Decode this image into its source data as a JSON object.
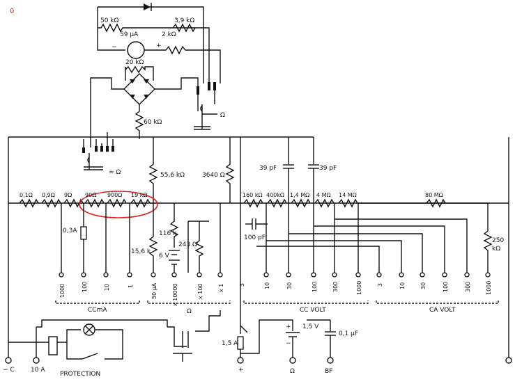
{
  "corner_mark": "0",
  "top": {
    "r50k": "50 kΩ",
    "r39k": "3,9 kΩ",
    "meter_ua": "59 µA",
    "r2k": "2 kΩ",
    "minus": "−",
    "plus": "+",
    "r20k": "20 kΩ",
    "r60k": "60 kΩ",
    "ohm_sym": "Ω",
    "ac_ohm": "= Ω",
    "r556k": "55,6 kΩ",
    "r3640": "3640 Ω"
  },
  "caps": {
    "c39a": "39 pF",
    "c39b": "39 pF",
    "c100": "100 pF",
    "c01": "0,1 µF"
  },
  "shunt_chain": [
    "0,1Ω",
    "0,9Ω",
    "9Ω",
    "90Ω",
    "900Ω",
    "19 kΩ"
  ],
  "volt_chain": [
    "160 kΩ",
    "400kΩ",
    "1,4 MΩ",
    "4 MΩ",
    "14 MΩ",
    "80 MΩ"
  ],
  "r250k": "250",
  "r250k_unit": "kΩ",
  "shunt_labels": {
    "r03a": "0,3A",
    "r116k": "116 k",
    "r156k": "15,6 k",
    "battery": "6 V",
    "r243": "243 Ω"
  },
  "ccma_ranges": [
    "1000",
    "100",
    "10",
    "1"
  ],
  "ohm_ranges": [
    "50 µA",
    "x 10000",
    "x 100",
    "x 1"
  ],
  "cc_volt_ranges": [
    "3",
    "10",
    "30",
    "100",
    "300",
    "1000"
  ],
  "ca_volt_ranges": [
    "3",
    "10",
    "30",
    "100",
    "300",
    "1000"
  ],
  "groups": {
    "ccma": "CCmA",
    "ohm": "Ω",
    "cc_volt": "CC   VOLT",
    "ca_volt": "CA   VOLT"
  },
  "bottom": {
    "fuse": "1,5 A",
    "bat15": "1,5 V",
    "bat_plus": "+",
    "bat_minus": "−",
    "neg_c": "− C",
    "t10a": "10 A",
    "protection": "PROTECTION",
    "plus_term": "+",
    "ohm_term": "Ω",
    "bf_term": "BF"
  }
}
